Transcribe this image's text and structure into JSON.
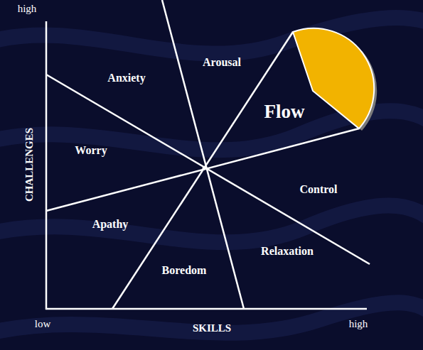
{
  "diagram": {
    "labels": [
      "high",
      "Arousal",
      "Anxiety",
      "Flow",
      "CHALLENGES",
      "Worry",
      "Control",
      "Apathy",
      "Relaxation",
      "Boredom",
      "low",
      "SKILLS",
      "high"
    ]
  }
}
